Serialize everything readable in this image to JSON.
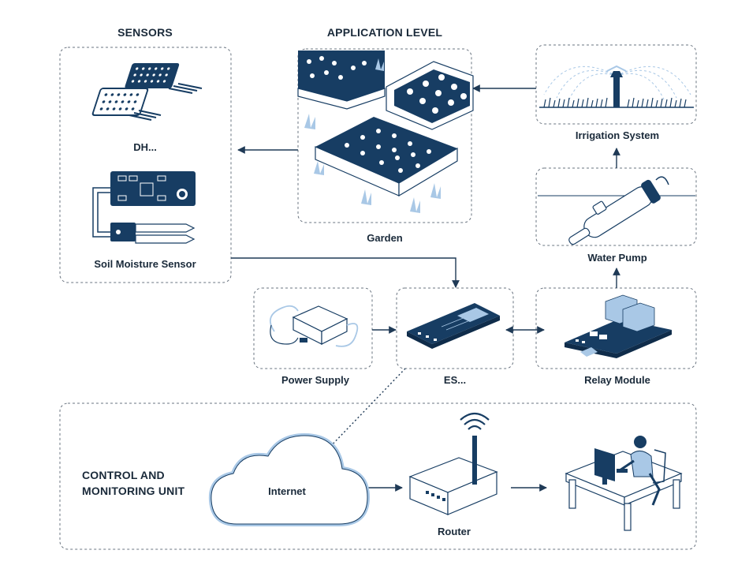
{
  "headers": {
    "sensors": "SENSORS",
    "application_level": "APPLICATION LEVEL",
    "control_line1": "CONTROL AND",
    "control_line2": "MONITORING UNIT"
  },
  "labels": {
    "dht": "DH...",
    "soil_moisture": "Soil Moisture Sensor",
    "garden": "Garden",
    "irrigation": "Irrigation System",
    "water_pump": "Water Pump",
    "power_supply": "Power Supply",
    "esp": "ES...",
    "relay": "Relay Module",
    "internet": "Internet",
    "router": "Router"
  },
  "colors": {
    "navy": "#173d63",
    "light_blue": "#a9c8e6",
    "box_border": "#6a7480",
    "text": "#1a2a3a"
  },
  "icons": {
    "dht": "dht-sensor-icon",
    "soil": "soil-moisture-sensor-icon",
    "garden": "garden-beds-icon",
    "irrigation": "sprinkler-icon",
    "pump": "water-pump-icon",
    "power": "power-adapter-icon",
    "esp": "microcontroller-board-icon",
    "relay": "relay-module-icon",
    "cloud": "cloud-icon",
    "router": "router-icon",
    "operator": "operator-at-desk-icon"
  }
}
